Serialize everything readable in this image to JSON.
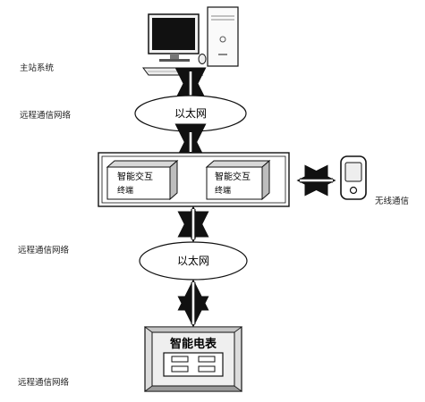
{
  "labels": {
    "master_station": "主站系统",
    "remote_network_1": "远程通信网络",
    "remote_network_2": "远程通信网络",
    "remote_network_3": "远程通信网络",
    "wireless": "无线通信"
  },
  "ethernet_top": "以太网",
  "ethernet_bottom": "以太网",
  "terminal_1": {
    "line1": "智能交互",
    "line2": "终端"
  },
  "terminal_2": {
    "line1": "智能交互",
    "line2": "终端"
  },
  "smart_meter": "智能电表",
  "icons": [
    "computer-monitor-icon",
    "computer-tower-icon",
    "keyboard-icon",
    "mouse-icon",
    "mobile-phone-icon"
  ]
}
